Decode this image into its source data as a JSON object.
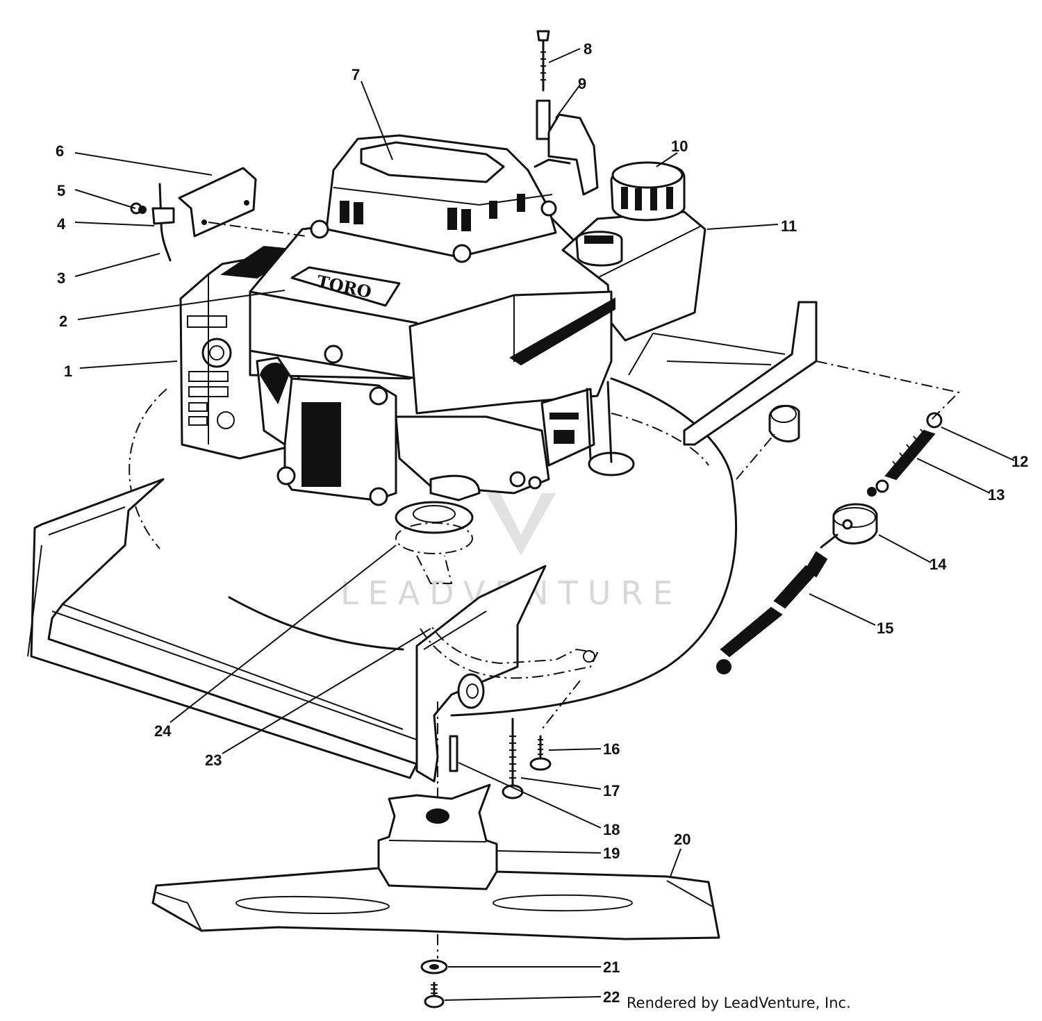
{
  "callouts": [
    "1",
    "2",
    "3",
    "4",
    "5",
    "6",
    "7",
    "8",
    "9",
    "10",
    "11",
    "12",
    "13",
    "14",
    "15",
    "16",
    "17",
    "18",
    "19",
    "20",
    "21",
    "22",
    "23",
    "24"
  ],
  "engine_brand": "TORO",
  "watermark": "LEADVENTURE",
  "credit": "Rendered by LeadVenture, Inc."
}
